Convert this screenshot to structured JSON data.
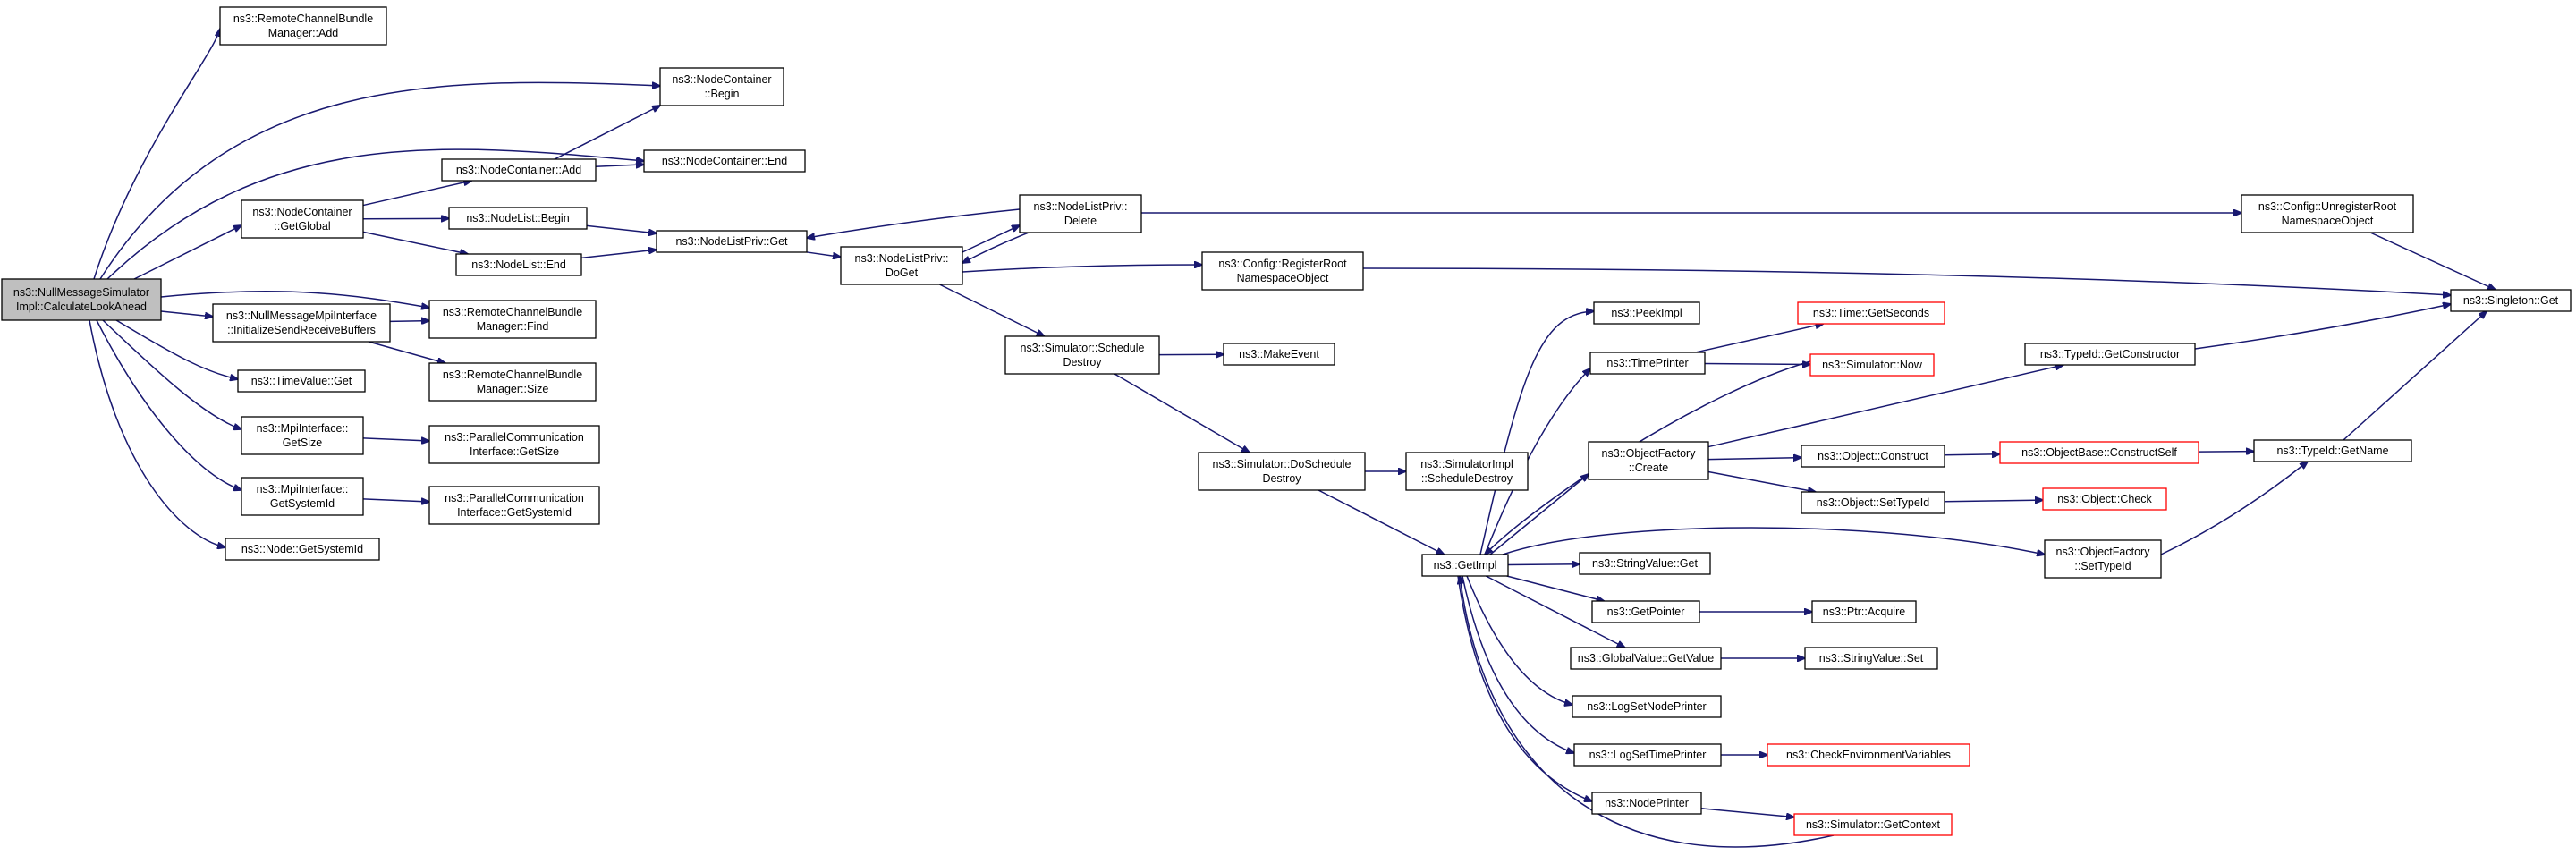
{
  "colors": {
    "edge": "#191970",
    "node_border": "#000000",
    "node_border_truncated": "#ff0000",
    "root_fill": "#bfbfbf",
    "background": "#ffffff"
  },
  "nodes": [
    {
      "id": "root",
      "lines": [
        "ns3::NullMessageSimulator",
        "Impl::CalculateLookAhead"
      ],
      "style": "root"
    },
    {
      "id": "rcbm_add",
      "lines": [
        "ns3::RemoteChannelBundle",
        "Manager::Add"
      ]
    },
    {
      "id": "nc_begin",
      "lines": [
        "ns3::NodeContainer",
        "::Begin"
      ]
    },
    {
      "id": "nc_end",
      "lines": [
        "ns3::NodeContainer::End"
      ]
    },
    {
      "id": "nc_add",
      "lines": [
        "ns3::NodeContainer::Add"
      ]
    },
    {
      "id": "nc_getglobal",
      "lines": [
        "ns3::NodeContainer",
        "::GetGlobal"
      ]
    },
    {
      "id": "nl_begin",
      "lines": [
        "ns3::NodeList::Begin"
      ]
    },
    {
      "id": "nl_end",
      "lines": [
        "ns3::NodeList::End"
      ]
    },
    {
      "id": "nlp_get",
      "lines": [
        "ns3::NodeListPriv::Get"
      ]
    },
    {
      "id": "nlp_doget",
      "lines": [
        "ns3::NodeListPriv::",
        "DoGet"
      ]
    },
    {
      "id": "nlp_delete",
      "lines": [
        "ns3::NodeListPriv::",
        "Delete"
      ]
    },
    {
      "id": "cfg_unreg",
      "lines": [
        "ns3::Config::UnregisterRoot",
        "NamespaceObject"
      ]
    },
    {
      "id": "cfg_reg",
      "lines": [
        "ns3::Config::RegisterRoot",
        "NamespaceObject"
      ]
    },
    {
      "id": "singleton_get",
      "lines": [
        "ns3::Singleton::Get"
      ]
    },
    {
      "id": "nmmi_init",
      "lines": [
        "ns3::NullMessageMpiInterface",
        "::InitializeSendReceiveBuffers"
      ]
    },
    {
      "id": "rcbm_find",
      "lines": [
        "ns3::RemoteChannelBundle",
        "Manager::Find"
      ]
    },
    {
      "id": "rcbm_size",
      "lines": [
        "ns3::RemoteChannelBundle",
        "Manager::Size"
      ]
    },
    {
      "id": "tv_get",
      "lines": [
        "ns3::TimeValue::Get"
      ]
    },
    {
      "id": "mpi_getsize",
      "lines": [
        "ns3::MpiInterface::",
        "GetSize"
      ]
    },
    {
      "id": "pci_getsize",
      "lines": [
        "ns3::ParallelCommunication",
        "Interface::GetSize"
      ]
    },
    {
      "id": "mpi_getsysid",
      "lines": [
        "ns3::MpiInterface::",
        "GetSystemId"
      ]
    },
    {
      "id": "pci_getsysid",
      "lines": [
        "ns3::ParallelCommunication",
        "Interface::GetSystemId"
      ]
    },
    {
      "id": "node_getsysid",
      "lines": [
        "ns3::Node::GetSystemId"
      ]
    },
    {
      "id": "sim_schedd",
      "lines": [
        "ns3::Simulator::Schedule",
        "Destroy"
      ]
    },
    {
      "id": "makeevent",
      "lines": [
        "ns3::MakeEvent"
      ]
    },
    {
      "id": "sim_doschedd",
      "lines": [
        "ns3::Simulator::DoSchedule",
        "Destroy"
      ]
    },
    {
      "id": "simimpl_schedd",
      "lines": [
        "ns3::SimulatorImpl",
        "::ScheduleDestroy"
      ]
    },
    {
      "id": "getimpl",
      "lines": [
        "ns3::GetImpl"
      ]
    },
    {
      "id": "peekimpl",
      "lines": [
        "ns3::PeekImpl"
      ]
    },
    {
      "id": "timeprinter",
      "lines": [
        "ns3::TimePrinter"
      ]
    },
    {
      "id": "time_getseconds",
      "lines": [
        "ns3::Time::GetSeconds"
      ],
      "style": "red"
    },
    {
      "id": "sim_now",
      "lines": [
        "ns3::Simulator::Now"
      ],
      "style": "red"
    },
    {
      "id": "of_create",
      "lines": [
        "ns3::ObjectFactory",
        "::Create"
      ]
    },
    {
      "id": "obj_construct",
      "lines": [
        "ns3::Object::Construct"
      ]
    },
    {
      "id": "objbase_constructself",
      "lines": [
        "ns3::ObjectBase::ConstructSelf"
      ],
      "style": "red"
    },
    {
      "id": "obj_settypeid",
      "lines": [
        "ns3::Object::SetTypeId"
      ]
    },
    {
      "id": "obj_check",
      "lines": [
        "ns3::Object::Check"
      ],
      "style": "red"
    },
    {
      "id": "typeid_getctor",
      "lines": [
        "ns3::TypeId::GetConstructor"
      ]
    },
    {
      "id": "typeid_getname",
      "lines": [
        "ns3::TypeId::GetName"
      ]
    },
    {
      "id": "of_settypeid",
      "lines": [
        "ns3::ObjectFactory",
        "::SetTypeId"
      ]
    },
    {
      "id": "sv_get",
      "lines": [
        "ns3::StringValue::Get"
      ]
    },
    {
      "id": "getpointer",
      "lines": [
        "ns3::GetPointer"
      ]
    },
    {
      "id": "ptr_acquire",
      "lines": [
        "ns3::Ptr::Acquire"
      ]
    },
    {
      "id": "gv_getvalue",
      "lines": [
        "ns3::GlobalValue::GetValue"
      ]
    },
    {
      "id": "sv_set",
      "lines": [
        "ns3::StringValue::Set"
      ]
    },
    {
      "id": "logsetnodeprinter",
      "lines": [
        "ns3::LogSetNodePrinter"
      ]
    },
    {
      "id": "logsettimeprinter",
      "lines": [
        "ns3::LogSetTimePrinter"
      ]
    },
    {
      "id": "checkenv",
      "lines": [
        "ns3::CheckEnvironmentVariables"
      ],
      "style": "red"
    },
    {
      "id": "nodeprinter",
      "lines": [
        "ns3::NodePrinter"
      ]
    },
    {
      "id": "sim_getcontext",
      "lines": [
        "ns3::Simulator::GetContext"
      ],
      "style": "red"
    }
  ],
  "edges": [
    [
      "root",
      "rcbm_add"
    ],
    [
      "root",
      "nc_begin"
    ],
    [
      "root",
      "nc_end"
    ],
    [
      "root",
      "nc_getglobal"
    ],
    [
      "root",
      "nmmi_init"
    ],
    [
      "root",
      "rcbm_find"
    ],
    [
      "root",
      "tv_get"
    ],
    [
      "root",
      "mpi_getsize"
    ],
    [
      "root",
      "mpi_getsysid"
    ],
    [
      "root",
      "node_getsysid"
    ],
    [
      "nc_getglobal",
      "nc_add"
    ],
    [
      "nc_getglobal",
      "nl_begin"
    ],
    [
      "nc_getglobal",
      "nl_end"
    ],
    [
      "nc_add",
      "nc_begin"
    ],
    [
      "nc_add",
      "nc_end"
    ],
    [
      "nl_begin",
      "nlp_get"
    ],
    [
      "nl_end",
      "nlp_get"
    ],
    [
      "nlp_get",
      "nlp_doget"
    ],
    [
      "nlp_doget",
      "nlp_delete"
    ],
    [
      "nlp_doget",
      "cfg_reg"
    ],
    [
      "nlp_doget",
      "sim_schedd"
    ],
    [
      "nlp_delete",
      "nlp_get"
    ],
    [
      "nlp_delete",
      "nlp_doget"
    ],
    [
      "nlp_delete",
      "cfg_unreg"
    ],
    [
      "cfg_unreg",
      "singleton_get"
    ],
    [
      "cfg_reg",
      "singleton_get"
    ],
    [
      "nmmi_init",
      "rcbm_find"
    ],
    [
      "nmmi_init",
      "rcbm_size"
    ],
    [
      "mpi_getsize",
      "pci_getsize"
    ],
    [
      "mpi_getsysid",
      "pci_getsysid"
    ],
    [
      "sim_schedd",
      "makeevent"
    ],
    [
      "sim_schedd",
      "sim_doschedd"
    ],
    [
      "sim_doschedd",
      "simimpl_schedd"
    ],
    [
      "sim_doschedd",
      "getimpl"
    ],
    [
      "getimpl",
      "peekimpl"
    ],
    [
      "getimpl",
      "timeprinter"
    ],
    [
      "getimpl",
      "of_create"
    ],
    [
      "getimpl",
      "of_settypeid"
    ],
    [
      "getimpl",
      "sv_get"
    ],
    [
      "getimpl",
      "getpointer"
    ],
    [
      "getimpl",
      "gv_getvalue"
    ],
    [
      "getimpl",
      "logsetnodeprinter"
    ],
    [
      "getimpl",
      "logsettimeprinter"
    ],
    [
      "getimpl",
      "nodeprinter"
    ],
    [
      "timeprinter",
      "time_getseconds"
    ],
    [
      "timeprinter",
      "sim_now"
    ],
    [
      "sim_now",
      "getimpl"
    ],
    [
      "of_create",
      "typeid_getctor"
    ],
    [
      "of_create",
      "obj_construct"
    ],
    [
      "of_create",
      "obj_settypeid"
    ],
    [
      "typeid_getctor",
      "singleton_get"
    ],
    [
      "obj_construct",
      "objbase_constructself"
    ],
    [
      "objbase_constructself",
      "typeid_getname"
    ],
    [
      "obj_settypeid",
      "obj_check"
    ],
    [
      "of_settypeid",
      "typeid_getname"
    ],
    [
      "typeid_getname",
      "singleton_get"
    ],
    [
      "getpointer",
      "ptr_acquire"
    ],
    [
      "gv_getvalue",
      "sv_set"
    ],
    [
      "logsettimeprinter",
      "checkenv"
    ],
    [
      "nodeprinter",
      "sim_getcontext"
    ],
    [
      "sim_getcontext",
      "getimpl"
    ]
  ]
}
